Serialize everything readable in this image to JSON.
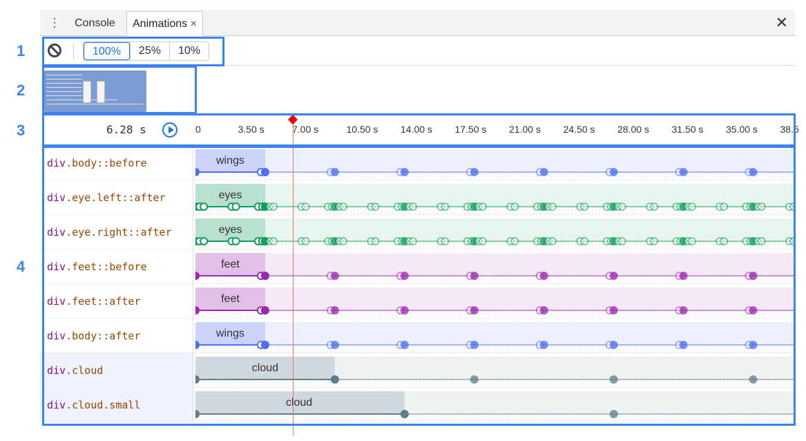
{
  "tabs": {
    "menu_icon": "kebab-menu-icon",
    "items": [
      {
        "label": "Console"
      },
      {
        "label": "Animations"
      }
    ],
    "close_tab": "×",
    "close_panel": "✕"
  },
  "toolbar": {
    "clear_icon": "block-icon",
    "speeds": [
      "100%",
      "25%",
      "10%"
    ],
    "selected_speed": "100%"
  },
  "timeline": {
    "current_time": "6.28 s",
    "ticks": [
      "0",
      "3.50 s",
      "7.00 s",
      "10.50 s",
      "14.00 s",
      "17.50 s",
      "21.00 s",
      "24.50 s",
      "28.00 s",
      "31.50 s",
      "35.00 s",
      "38.5"
    ],
    "scrubber_seconds": 6.28
  },
  "animations": [
    {
      "selector_tag": "div",
      "selector_rest": ".body::before",
      "name": "wings",
      "color": "#4d6ef5",
      "duration_s": 4.5,
      "keys": [
        0,
        0.94,
        1
      ]
    },
    {
      "selector_tag": "div",
      "selector_rest": ".eye.left::after",
      "name": "eyes",
      "color": "#0f9d58",
      "duration_s": 4.5,
      "keys": [
        0,
        0.06,
        0.12,
        0.52,
        0.58,
        0.9,
        0.96,
        1
      ]
    },
    {
      "selector_tag": "div",
      "selector_rest": ".eye.right::after",
      "name": "eyes",
      "color": "#0f9d58",
      "duration_s": 4.5,
      "keys": [
        0,
        0.06,
        0.12,
        0.52,
        0.58,
        0.9,
        0.96,
        1
      ]
    },
    {
      "selector_tag": "div",
      "selector_rest": ".feet::before",
      "name": "feet",
      "color": "#9c27b0",
      "duration_s": 4.5,
      "keys": [
        0,
        0.94,
        1
      ]
    },
    {
      "selector_tag": "div",
      "selector_rest": ".feet::after",
      "name": "feet",
      "color": "#9c27b0",
      "duration_s": 4.5,
      "keys": [
        0,
        0.94,
        1
      ]
    },
    {
      "selector_tag": "div",
      "selector_rest": ".body::after",
      "name": "wings",
      "color": "#4d6ef5",
      "duration_s": 4.5,
      "keys": [
        0,
        0.94,
        1
      ]
    },
    {
      "selector_tag": "div",
      "selector_rest": ".cloud",
      "name": "cloud",
      "color": "#607d8b",
      "duration_s": 9,
      "keys": [
        0,
        1
      ]
    },
    {
      "selector_tag": "div",
      "selector_rest": ".cloud.small",
      "name": "cloud",
      "color": "#607d8b",
      "duration_s": 13.5,
      "keys": [
        0,
        1
      ]
    }
  ],
  "annotations": [
    "1",
    "2",
    "3",
    "4"
  ]
}
